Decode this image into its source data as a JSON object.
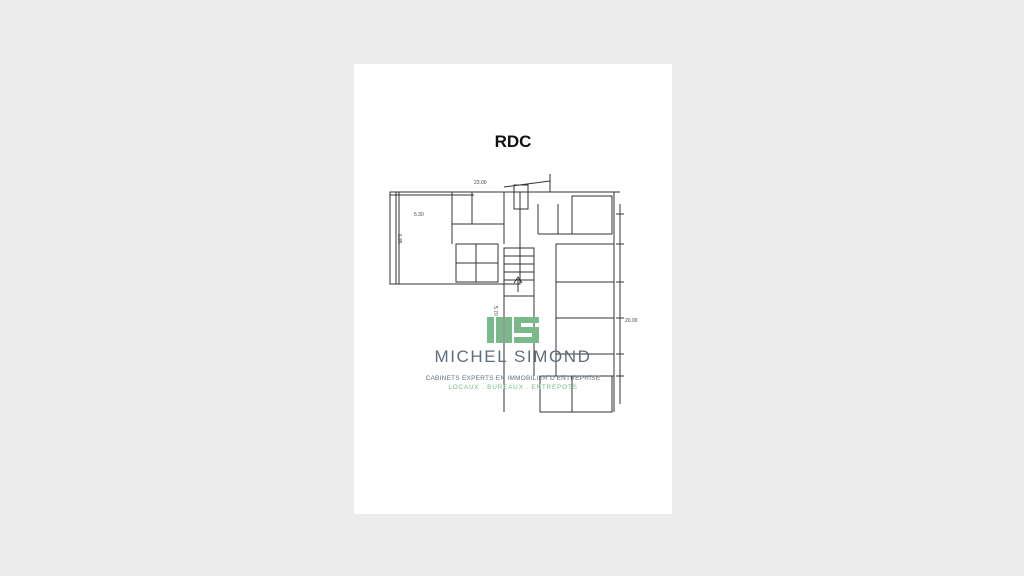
{
  "page": {
    "title": "RDC",
    "background_color": "#ececec",
    "sheet_color": "#ffffff"
  },
  "watermark": {
    "logo_icon": "ms-logo-icon",
    "logo_color": "#7ab98a",
    "brand": "MICHEL SIMOND",
    "tagline": "CABINETS EXPERTS EN IMMOBILIER D'ENTREPRISE",
    "subtagline": "LOCAUX . BUREAUX . ENTREPOTS"
  },
  "floor_plan": {
    "line_color": "#333333",
    "dimensions": [
      "23.00",
      "20.00",
      "6.85",
      "5.70",
      "5.30"
    ]
  }
}
